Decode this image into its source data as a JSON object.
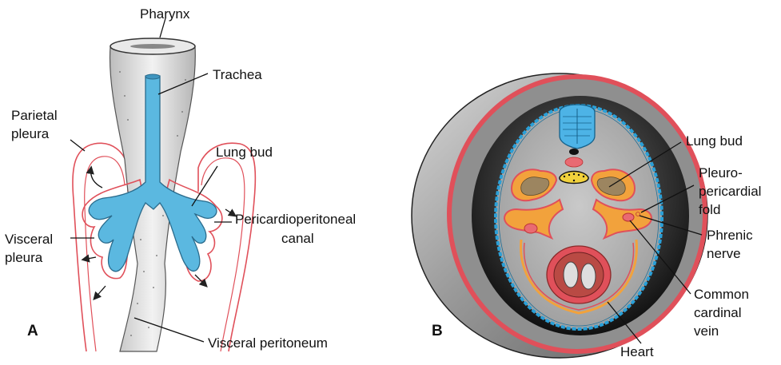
{
  "panel_a": {
    "letter": "A",
    "labels": {
      "pharynx": "Pharynx",
      "trachea": "Trachea",
      "parietal_1": "Parietal",
      "parietal_2": "pleura",
      "lung_bud": "Lung bud",
      "visceral_1": "Visceral",
      "visceral_2": "pleura",
      "pericardio_1": "Pericardioperitoneal",
      "pericardio_2": "canal",
      "visceral_peritoneum": "Visceral peritoneum"
    }
  },
  "panel_b": {
    "letter": "B",
    "labels": {
      "lung_bud": "Lung bud",
      "pleuro_1": "Pleuro-",
      "pleuro_2": "pericardial",
      "pleuro_3": "fold",
      "phrenic_1": "Phrenic",
      "phrenic_2": "nerve",
      "cardinal_1": "Common",
      "cardinal_2": "cardinal",
      "cardinal_3": "vein",
      "heart": "Heart"
    }
  },
  "colors": {
    "lung_blue": "#5bb8e0",
    "membrane_red": "#e0505a",
    "fold_orange": "#f2a23c",
    "mesenchyme_brown": "#9c8560",
    "body_gray": "#a9a9a9"
  }
}
